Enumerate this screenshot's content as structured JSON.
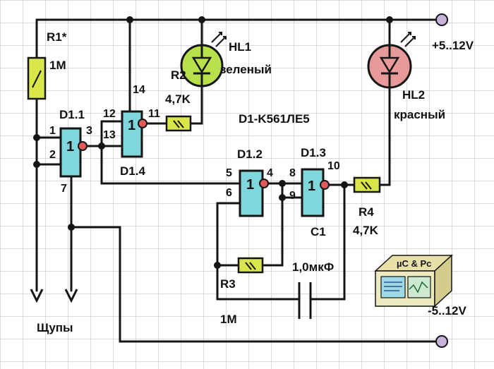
{
  "colors": {
    "background": "#ffffff",
    "grid": "#d6c8d8",
    "wire": "#151515",
    "gate_fill": "#7fd6dc",
    "gate_bubble": "#e05a5a",
    "resistor_fill": "#d8e64a",
    "led_green": "#b8e04a",
    "led_red": "#e89a9a",
    "terminal": "#c8b2d8"
  },
  "labels": {
    "r1": "R1*",
    "r1_value": "1M",
    "hl1": "HL1",
    "hl1_color": "зеленый",
    "r2": "R2",
    "r2_value": "4,7K",
    "hl2": "HL2",
    "hl2_color": "красный",
    "supply_plus": "+5..12V",
    "supply_minus": "-5..12V",
    "chip": "D1-K561ЛЕ5",
    "d11": "D1.1",
    "d12": "D1.2",
    "d13": "D1.3",
    "d14": "D1.4",
    "r3": "R3",
    "r3_value": "1M",
    "c1": "C1",
    "c1_value": "1,0мкФ",
    "r4": "R4",
    "r4_value": "4,7K",
    "probes": "Щупы",
    "logo": "µC & Pc",
    "gate_symbol": "1"
  },
  "pins": {
    "p1": "1",
    "p2": "2",
    "p3": "3",
    "p4": "4",
    "p5": "5",
    "p6": "6",
    "p7": "7",
    "p8": "8",
    "p9": "9",
    "p10": "10",
    "p11": "11",
    "p12": "12",
    "p13": "13",
    "p14": "14"
  }
}
